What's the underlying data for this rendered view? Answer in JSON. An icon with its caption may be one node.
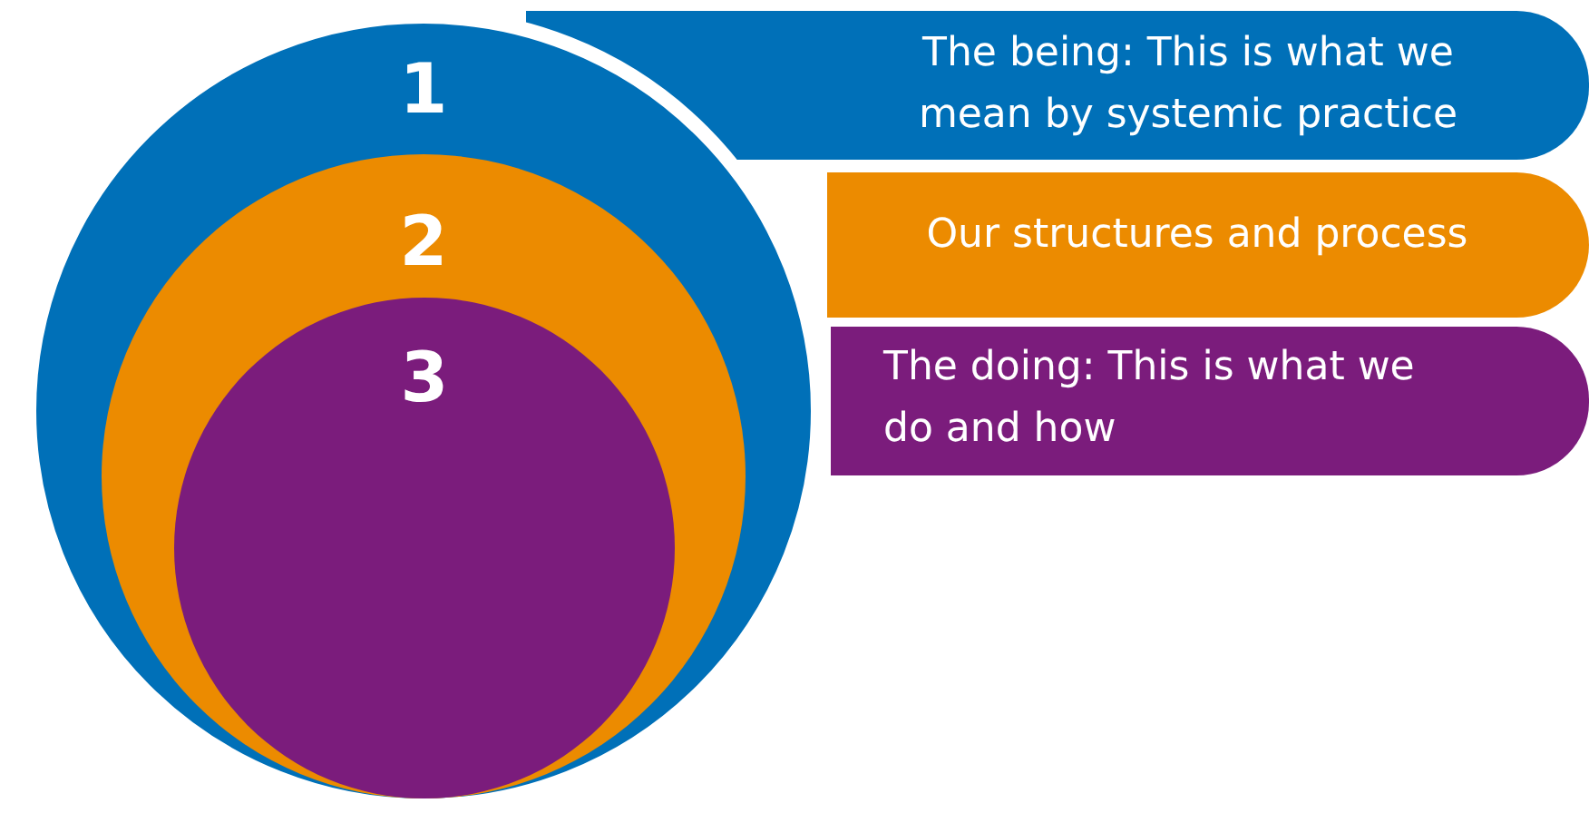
{
  "diagram": {
    "nodes": [
      {
        "text": [
          "1"
        ]
      },
      {
        "text": [
          "2"
        ],
        "in": 0
      },
      {
        "text": [
          "3"
        ],
        "in": 1
      },
      {
        "text": [
          "The being: This is what we mean by systemic practice"
        ]
      },
      {
        "text": [
          "Our structures and process"
        ]
      },
      {
        "text": [
          "The doing: This is what we do and how"
        ]
      }
    ],
    "edges": []
  }
}
